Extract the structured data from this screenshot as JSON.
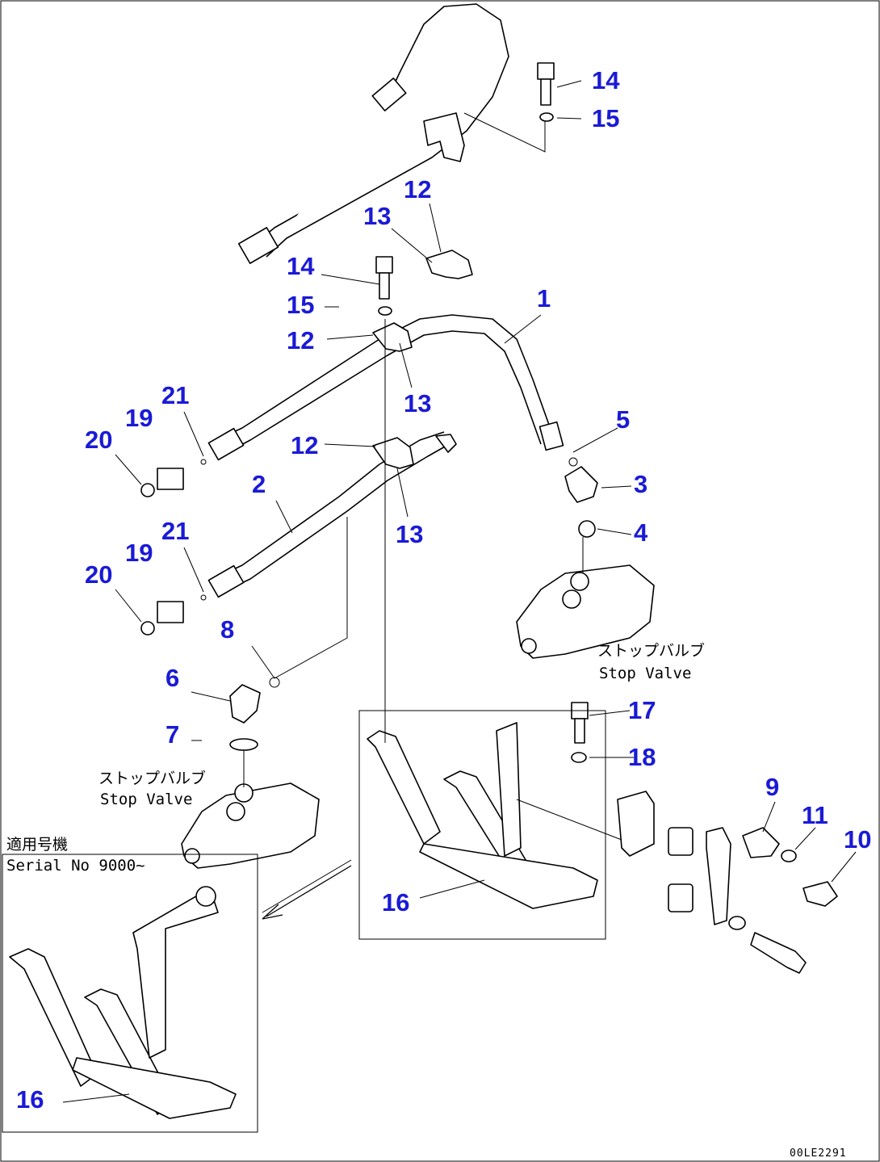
{
  "callouts": [
    "1",
    "2",
    "3",
    "4",
    "5",
    "6",
    "7",
    "8",
    "9",
    "10",
    "11",
    "12",
    "13",
    "14",
    "15",
    "16",
    "17",
    "18",
    "19",
    "20",
    "21"
  ],
  "labels": {
    "stop_valve_jp": "ストップバルブ",
    "stop_valve_en": "Stop Valve",
    "serial_jp": "適用号機",
    "serial_en": "Serial No 9000~",
    "drawing_code": "00LE2291"
  },
  "colors": {
    "callout": "#1a1ad6",
    "line": "#000000"
  }
}
